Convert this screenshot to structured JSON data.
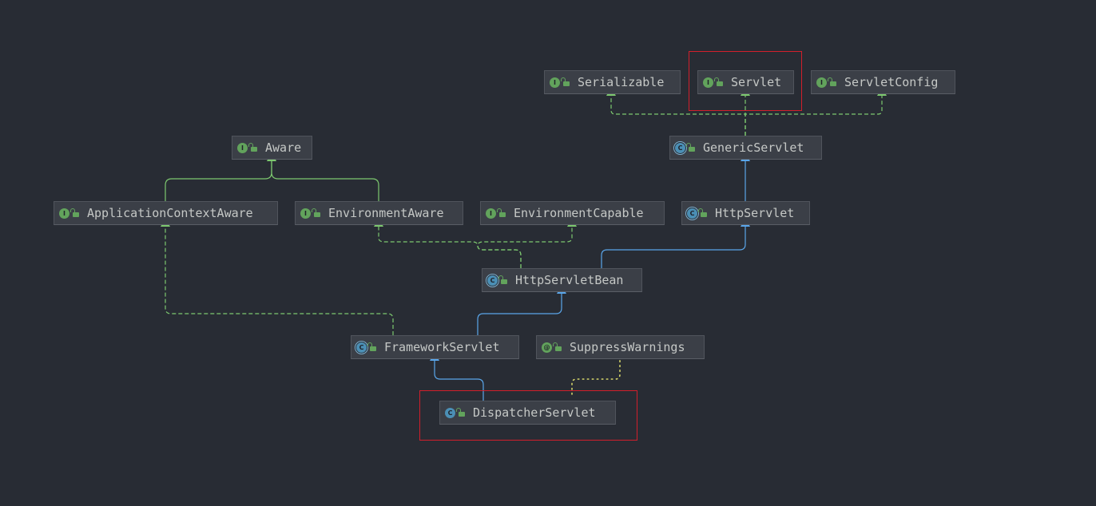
{
  "diagram": {
    "nodes": [
      {
        "id": "serializable",
        "label": "Serializable",
        "kind": "interface",
        "icon": "I"
      },
      {
        "id": "servlet",
        "label": "Servlet",
        "kind": "interface",
        "icon": "I"
      },
      {
        "id": "servletconfig",
        "label": "ServletConfig",
        "kind": "interface",
        "icon": "I"
      },
      {
        "id": "aware",
        "label": "Aware",
        "kind": "interface",
        "icon": "I"
      },
      {
        "id": "genericservlet",
        "label": "GenericServlet",
        "kind": "abstract",
        "icon": "C"
      },
      {
        "id": "applicationcontextaware",
        "label": "ApplicationContextAware",
        "kind": "interface",
        "icon": "I"
      },
      {
        "id": "environmentaware",
        "label": "EnvironmentAware",
        "kind": "interface",
        "icon": "I"
      },
      {
        "id": "environmentcapable",
        "label": "EnvironmentCapable",
        "kind": "interface",
        "icon": "I"
      },
      {
        "id": "httpservlet",
        "label": "HttpServlet",
        "kind": "abstract",
        "icon": "C"
      },
      {
        "id": "httpservletbean",
        "label": "HttpServletBean",
        "kind": "abstract",
        "icon": "C"
      },
      {
        "id": "frameworkservlet",
        "label": "FrameworkServlet",
        "kind": "abstract",
        "icon": "C"
      },
      {
        "id": "suppresswarnings",
        "label": "SuppressWarnings",
        "kind": "annotation",
        "icon": "@"
      },
      {
        "id": "dispatcherservlet",
        "label": "DispatcherServlet",
        "kind": "class",
        "icon": "C"
      }
    ],
    "edges": [
      {
        "from": "genericservlet",
        "to": "serializable",
        "type": "implements"
      },
      {
        "from": "genericservlet",
        "to": "servlet",
        "type": "implements"
      },
      {
        "from": "genericservlet",
        "to": "servletconfig",
        "type": "implements"
      },
      {
        "from": "applicationcontextaware",
        "to": "aware",
        "type": "interface-extends"
      },
      {
        "from": "environmentaware",
        "to": "aware",
        "type": "interface-extends"
      },
      {
        "from": "httpservlet",
        "to": "genericservlet",
        "type": "extends"
      },
      {
        "from": "httpservletbean",
        "to": "httpservlet",
        "type": "extends"
      },
      {
        "from": "httpservletbean",
        "to": "environmentaware",
        "type": "implements"
      },
      {
        "from": "httpservletbean",
        "to": "environmentcapable",
        "type": "implements"
      },
      {
        "from": "frameworkservlet",
        "to": "httpservletbean",
        "type": "extends"
      },
      {
        "from": "frameworkservlet",
        "to": "applicationcontextaware",
        "type": "implements"
      },
      {
        "from": "dispatcherservlet",
        "to": "frameworkservlet",
        "type": "extends"
      },
      {
        "from": "dispatcherservlet",
        "to": "suppresswarnings",
        "type": "annotated-by"
      }
    ],
    "highlighted": [
      "servlet",
      "dispatcherservlet"
    ],
    "colors": {
      "background": "#282c34",
      "extends": "#5aa6ea",
      "implements": "#7dc86f",
      "annotation": "#d6d66a",
      "highlight": "#d21f2b",
      "node_text": "#c5c8c6"
    }
  }
}
